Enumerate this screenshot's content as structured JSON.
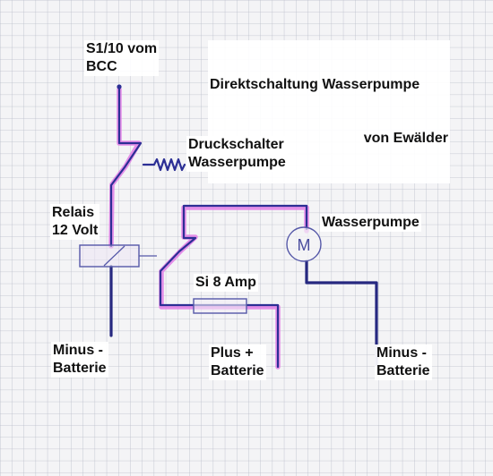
{
  "labels": {
    "title_line1": "Direktschaltung Wasserpumpe",
    "title_line2": "von Ewälder",
    "s1_line1": "S1/10 vom",
    "s1_line2": "BCC",
    "druck_line1": "Druckschalter",
    "druck_line2": "Wasserpumpe",
    "relais_line1": "Relais",
    "relais_line2": "12 Volt",
    "pump": "Wasserpumpe",
    "fuse": "Si 8 Amp",
    "minus_left_line1": "Minus -",
    "minus_left_line2": "Batterie",
    "plus_line1": "Plus +",
    "plus_line2": "Batterie",
    "minus_right_line1": "Minus -",
    "minus_right_line2": "Batterie"
  },
  "colors": {
    "grid": "#b9bcc9",
    "wire_highlight": "#e27ee6",
    "ink_blue": "#2c2f95",
    "ink_dark": "#262880"
  },
  "pump_symbol": "M"
}
